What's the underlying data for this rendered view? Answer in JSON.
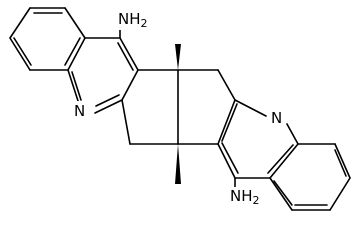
{
  "diagram": {
    "type": "chemical-structure",
    "atom_labels": {
      "amine_top": "NH",
      "amine_top_sub": "2",
      "amine_bottom": "NH",
      "amine_bottom_sub": "2",
      "nitrogen_left": "N",
      "nitrogen_right": "N"
    }
  }
}
